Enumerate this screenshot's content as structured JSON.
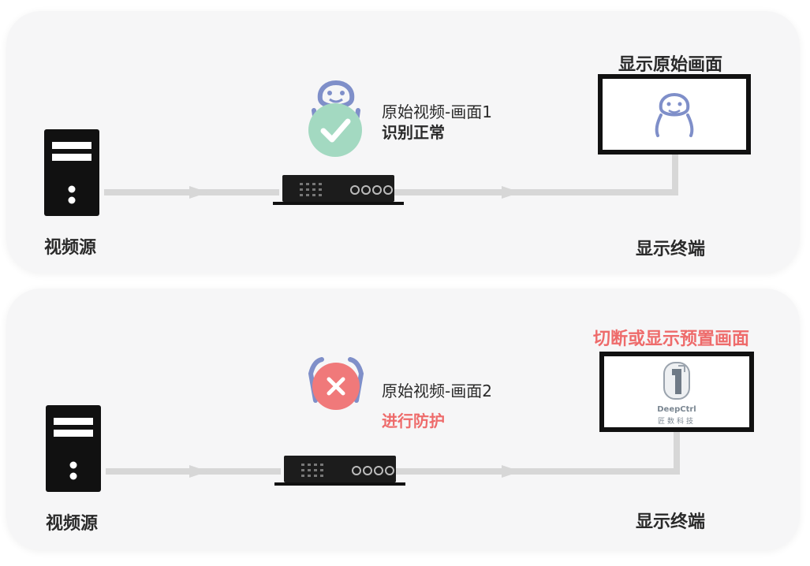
{
  "colors": {
    "panel": "#f6f6f7",
    "arrow": "#d7d7d7",
    "person": "#7f8fc9",
    "ok_badge": "#a3d9c1",
    "err_badge": "#f0797a",
    "device": "#222222",
    "warning_text": "#ee6b6b"
  },
  "scenario_normal": {
    "source_label": "视频源",
    "video_title": "原始视频-画面1",
    "video_status": "识别正常",
    "screen_title": "显示原始画面",
    "terminal_label": "显示终端",
    "badge_icon": "check-icon"
  },
  "scenario_protect": {
    "source_label": "视频源",
    "video_title": "原始视频-画面2",
    "video_status": "进行防护",
    "screen_title": "切断或显示预置画面",
    "terminal_label": "显示终端",
    "badge_icon": "cross-icon",
    "preset_logo_text": "DeepCtrl",
    "preset_logo_subtext": "匠数科技"
  }
}
